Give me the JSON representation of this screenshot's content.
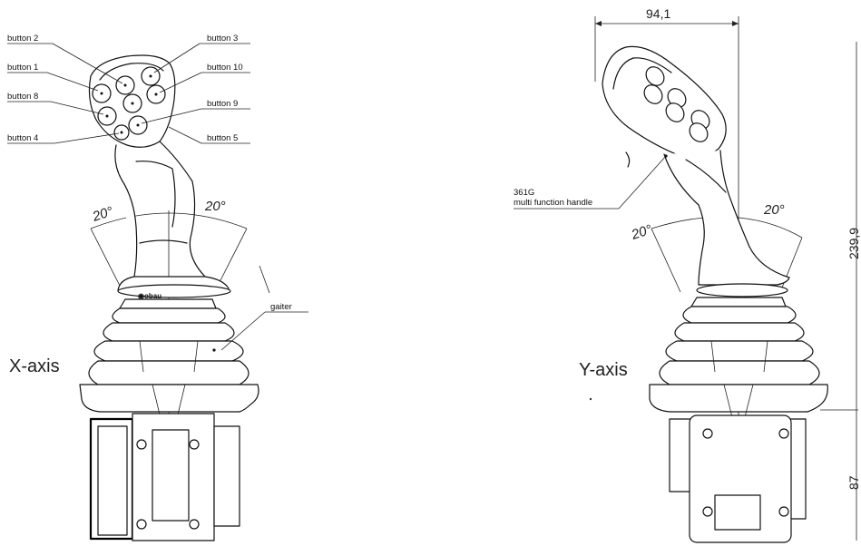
{
  "left_view": {
    "axis_label": "X-axis",
    "angle_left": "20°",
    "angle_right": "20°",
    "callouts": {
      "button_2": "button 2",
      "button_1": "button 1",
      "button_8": "button 8",
      "button_4": "button 4",
      "button_3": "button 3",
      "button_10": "button 10",
      "button_9": "button 9",
      "button_5": "button 5",
      "gaiter": "gaiter"
    }
  },
  "right_view": {
    "axis_label": "Y-axis",
    "angle_left": "20°",
    "angle_right": "20°",
    "handle_label_line1": "361G",
    "handle_label_line2": "multi function handle",
    "dim_width": "94,1",
    "dim_height_upper": "239,9",
    "dim_height_lower": "87"
  }
}
